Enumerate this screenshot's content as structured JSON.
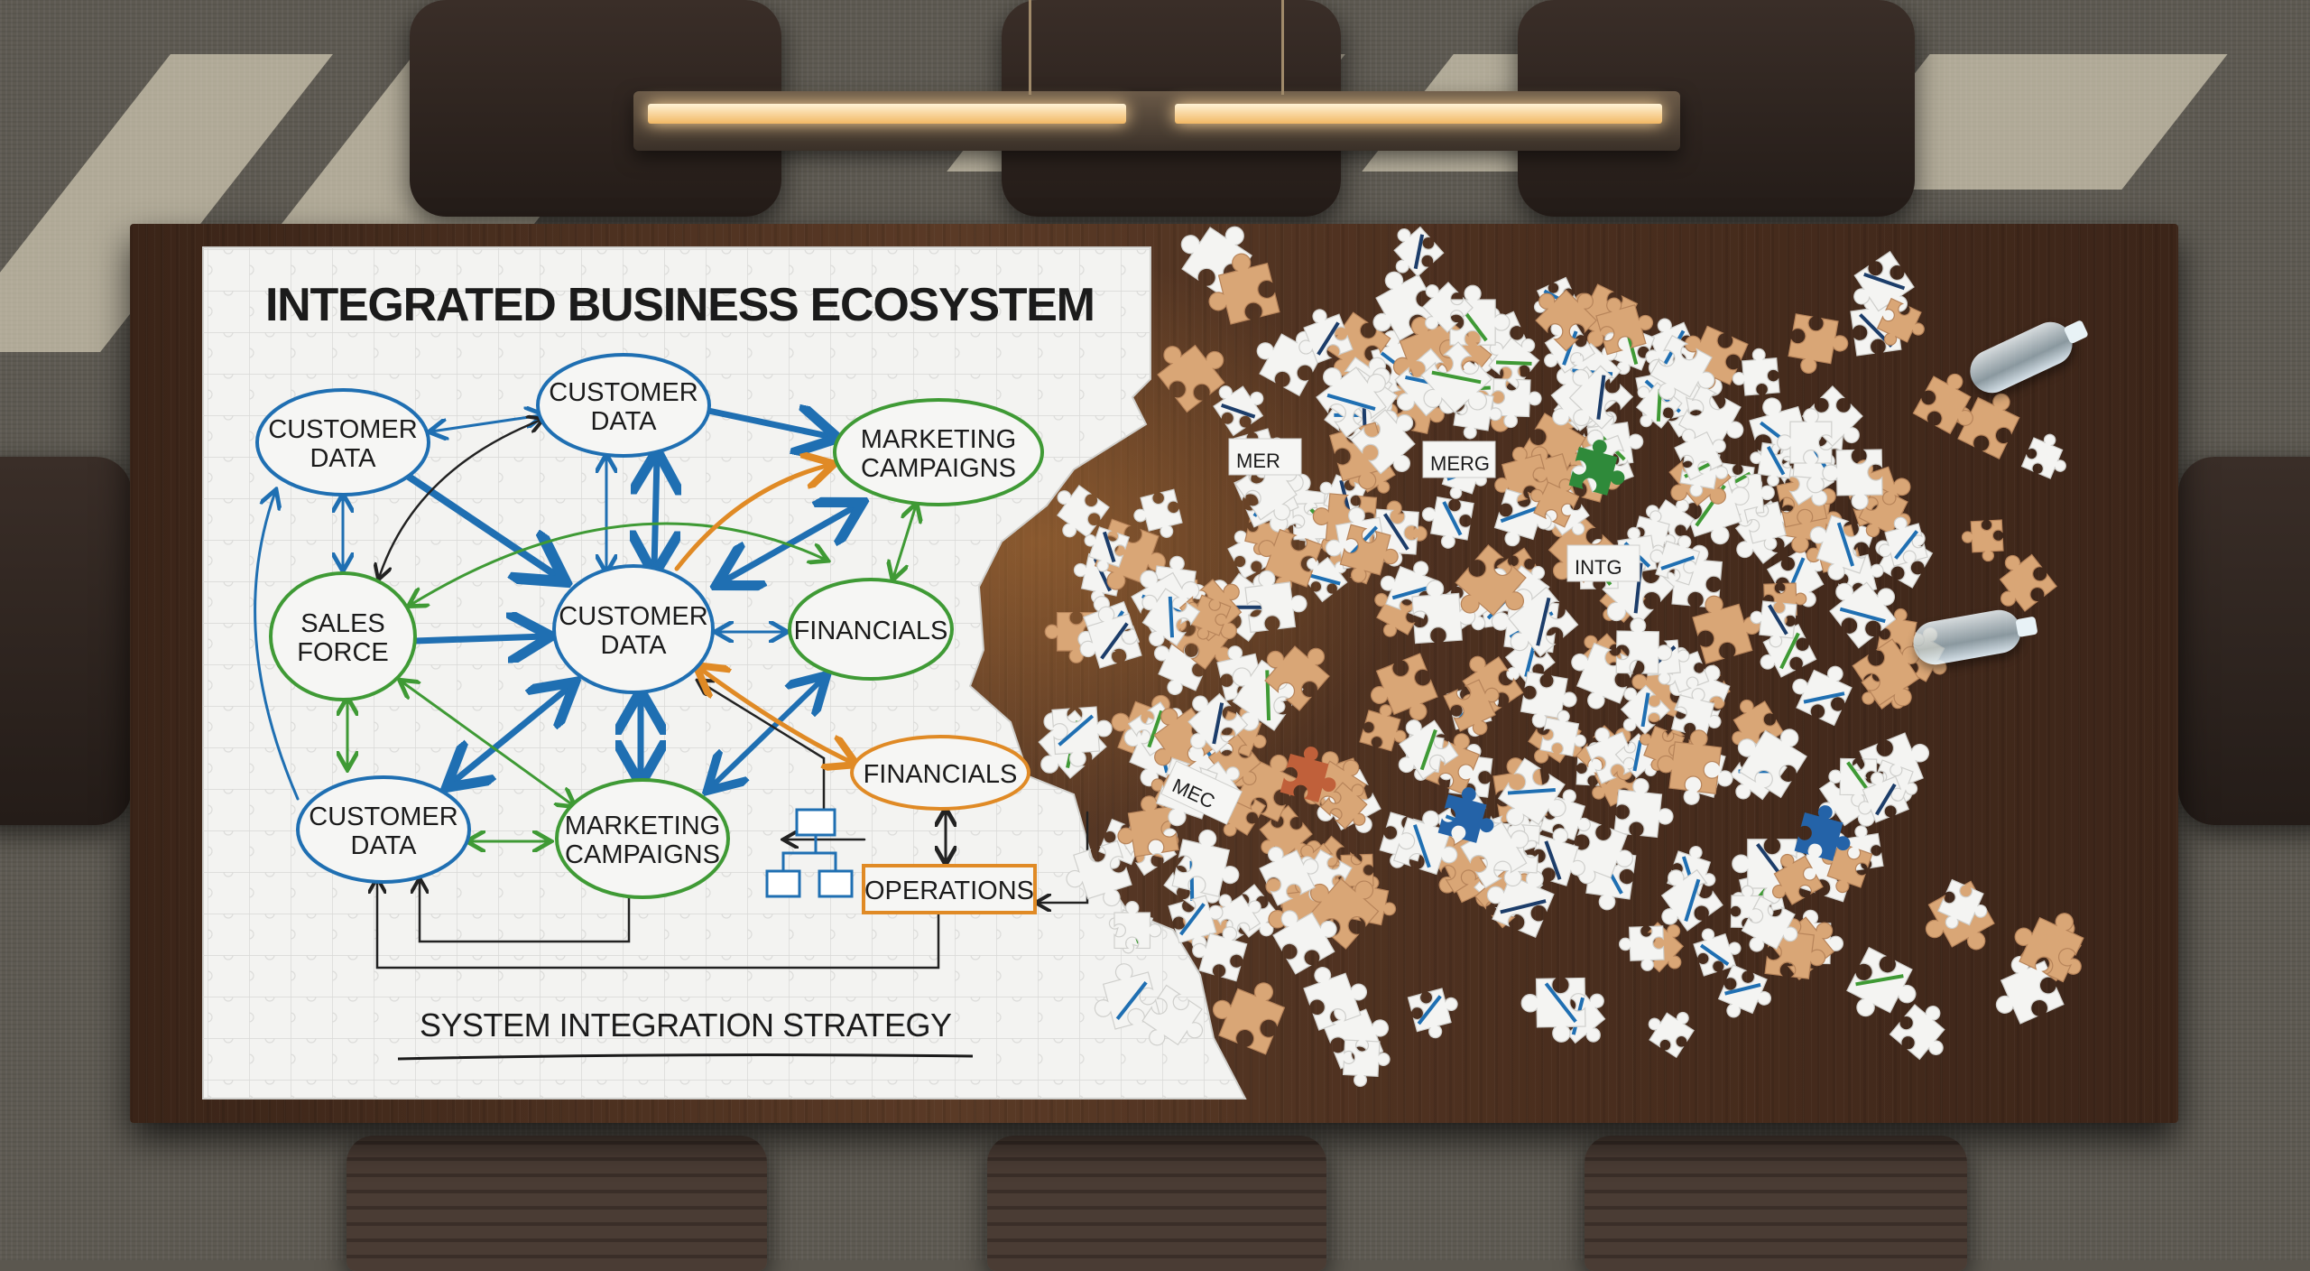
{
  "scene": {
    "colors": {
      "blue": "#1f6fb2",
      "green": "#3f9a35",
      "orange": "#e08a25",
      "black": "#222222",
      "wood": "#4e3220",
      "paper": "#f3f3f1"
    }
  },
  "board": {
    "title": "INTEGRATED BUSINESS ECOSYSTEM",
    "subtitle": "SYSTEM INTEGRATION STRATEGY",
    "nodes": [
      {
        "id": "cd_tl",
        "lines": [
          "CUSTOMER",
          "DATA"
        ],
        "color": "blue"
      },
      {
        "id": "cd_top",
        "lines": [
          "CUSTOMER",
          "DATA"
        ],
        "color": "blue"
      },
      {
        "id": "mc_tr",
        "lines": [
          "MARKETING",
          "CAMPAIGNS"
        ],
        "color": "green"
      },
      {
        "id": "sf",
        "lines": [
          "SALES",
          "FORCE"
        ],
        "color": "green"
      },
      {
        "id": "cd_c",
        "lines": [
          "CUSTOMER",
          "DATA"
        ],
        "color": "blue"
      },
      {
        "id": "fin_m",
        "lines": [
          "FINANCIALS"
        ],
        "color": "green"
      },
      {
        "id": "fin_o",
        "lines": [
          "FINANCIALS"
        ],
        "color": "orange"
      },
      {
        "id": "cd_bl",
        "lines": [
          "CUSTOMER",
          "DATA"
        ],
        "color": "blue"
      },
      {
        "id": "mc_b",
        "lines": [
          "MARKETING",
          "CAMPAIGNS"
        ],
        "color": "green"
      },
      {
        "id": "ops",
        "lines": [
          "OPERATIONS"
        ],
        "color": "orange"
      }
    ]
  },
  "loose_pieces": {
    "labels": [
      "MER",
      "MERG",
      "INTG",
      "MEC"
    ]
  }
}
